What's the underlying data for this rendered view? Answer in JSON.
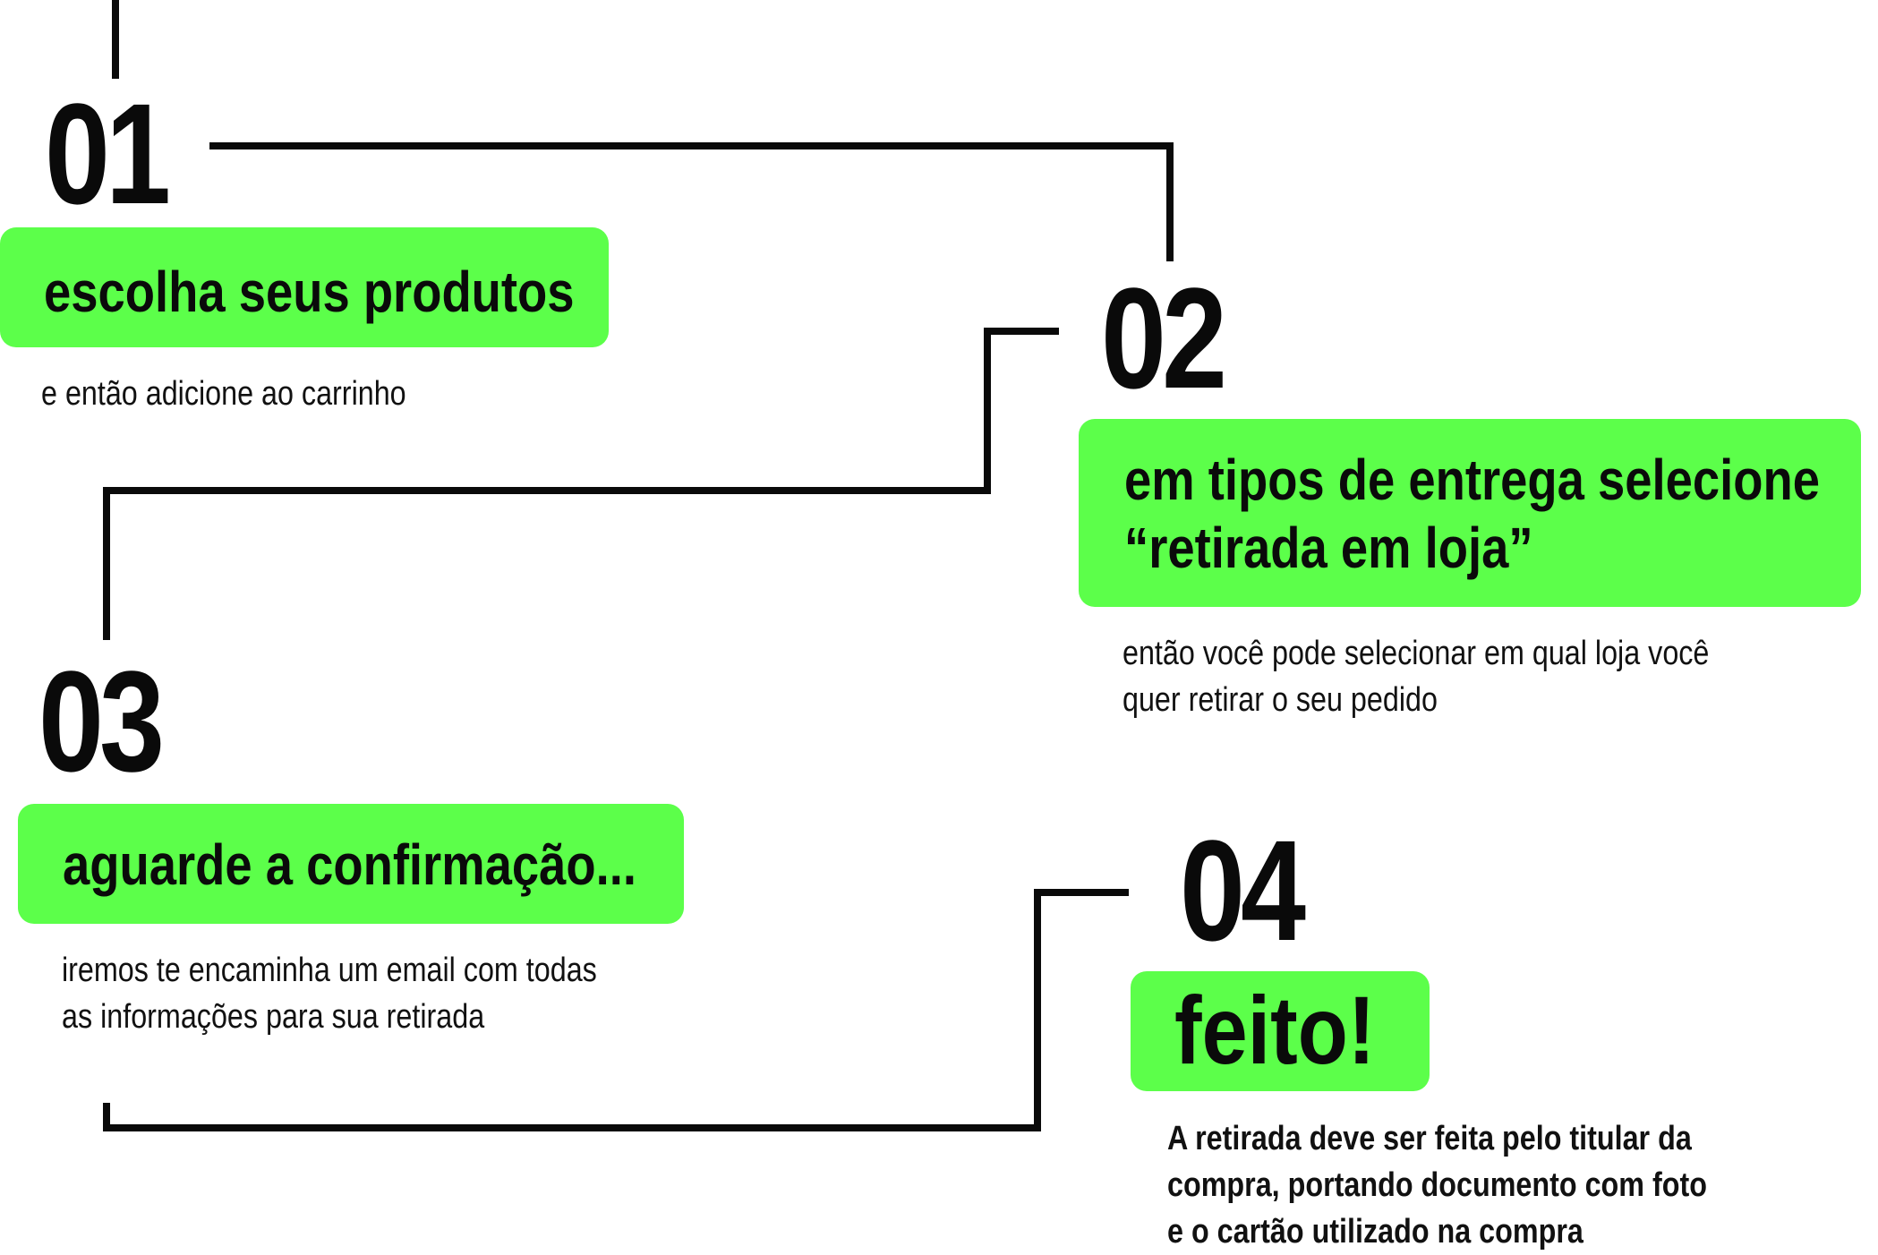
{
  "steps": [
    {
      "number": "01",
      "title": "escolha seus produtos",
      "description": [
        "e então adicione ao carrinho"
      ]
    },
    {
      "number": "02",
      "title": [
        "em tipos de entrega selecione",
        "“retirada em loja”"
      ],
      "description": [
        "então você pode selecionar em qual loja você",
        "quer retirar o seu pedido"
      ]
    },
    {
      "number": "03",
      "title": "aguarde a confirmação...",
      "description": [
        "iremos te encaminha um email com todas",
        "as informações para sua retirada"
      ]
    },
    {
      "number": "04",
      "title": "feito!",
      "description": [
        "A retirada deve ser feita pelo titular da",
        "compra, portando documento com foto",
        "e o cartão utilizado na compra"
      ]
    }
  ],
  "colors": {
    "accent": "#5cff4a",
    "line": "#0a0a0a",
    "text": "#0a0a0a"
  }
}
